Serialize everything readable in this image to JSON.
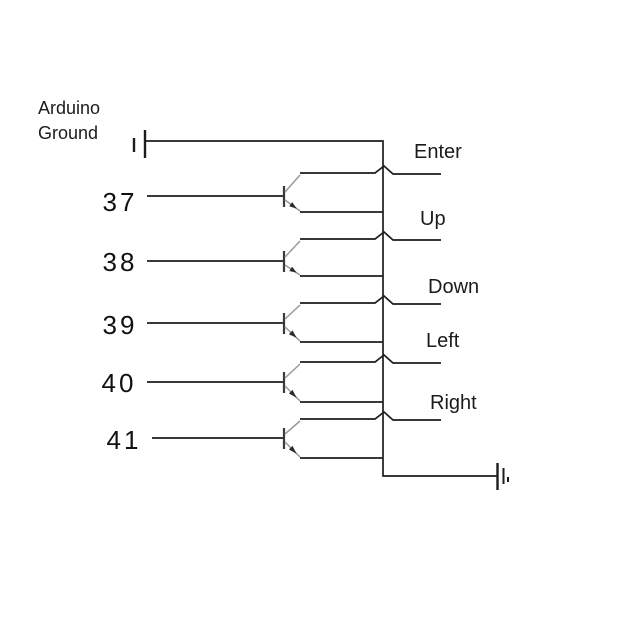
{
  "diagram": {
    "ground_label": "Arduino Ground",
    "rows": [
      {
        "pin": "37",
        "button": "Enter"
      },
      {
        "pin": "38",
        "button": "Up"
      },
      {
        "pin": "39",
        "button": "Down"
      },
      {
        "pin": "40",
        "button": "Left"
      },
      {
        "pin": "41",
        "button": "Right"
      }
    ],
    "symbols": {
      "top_left": "ground-symbol",
      "bottom_right": "ground-symbol",
      "per_row": "npn-transistor"
    },
    "colors": {
      "background": "#ffffff",
      "wire": "#1d1d1d",
      "transistor_outline": "#9a9a9a",
      "transistor_bar": "#3a3a3a",
      "text": "#1b1b1b"
    }
  }
}
